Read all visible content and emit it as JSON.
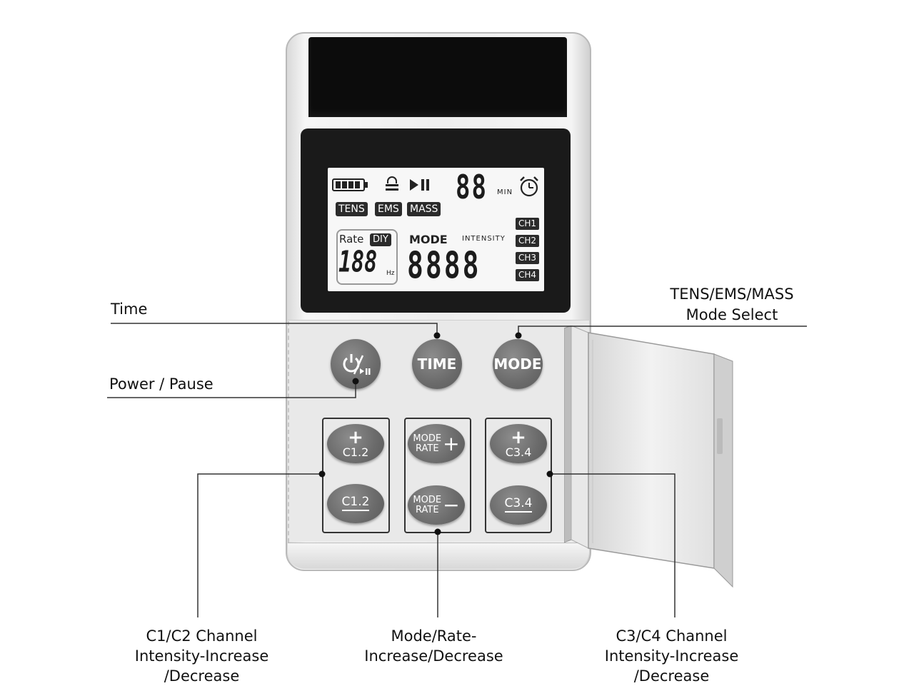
{
  "lcd": {
    "time_digits": "88",
    "time_unit": "MIN",
    "modes": [
      "TENS",
      "EMS",
      "MASS"
    ],
    "rate_label": "Rate",
    "diy_label": "DIY",
    "rate_digits": "188",
    "rate_unit": "Hz",
    "mode_label": "MODE",
    "intensity_label": "INTENSITY",
    "mode_digits": "8888",
    "channels": [
      "CH1",
      "CH2",
      "CH3",
      "CH4"
    ]
  },
  "buttons": {
    "time": "TIME",
    "mode": "MODE",
    "c12_plus_sign": "+",
    "c12_plus": "C1.2",
    "c12_minus": "C1.2",
    "mode_rate_top": "MODE",
    "mode_rate_bottom": "RATE",
    "mode_rate_plus_sign": "+",
    "mode_rate_minus_sign": "−",
    "c34_plus_sign": "+",
    "c34_plus": "C3.4",
    "c34_minus": "C3.4"
  },
  "labels": {
    "time": "Time",
    "power_pause": "Power / Pause",
    "mode_select_line1": "TENS/EMS/MASS",
    "mode_select_line2": "Mode Select",
    "c12_line1": "C1/C2 Channel",
    "c12_line2": "Intensity-Increase",
    "c12_line3": "/Decrease",
    "mode_rate_line1": "Mode/Rate-",
    "mode_rate_line2": "Increase/Decrease",
    "c34_line1": "C3/C4 Channel",
    "c34_line2": "Intensity-Increase",
    "c34_line3": "/Decrease"
  },
  "colors": {
    "button": "#6b6b6b",
    "lcd_background": "#f7f7f7",
    "bezel": "#1a1a1a",
    "device_body": "#eeeeee"
  }
}
